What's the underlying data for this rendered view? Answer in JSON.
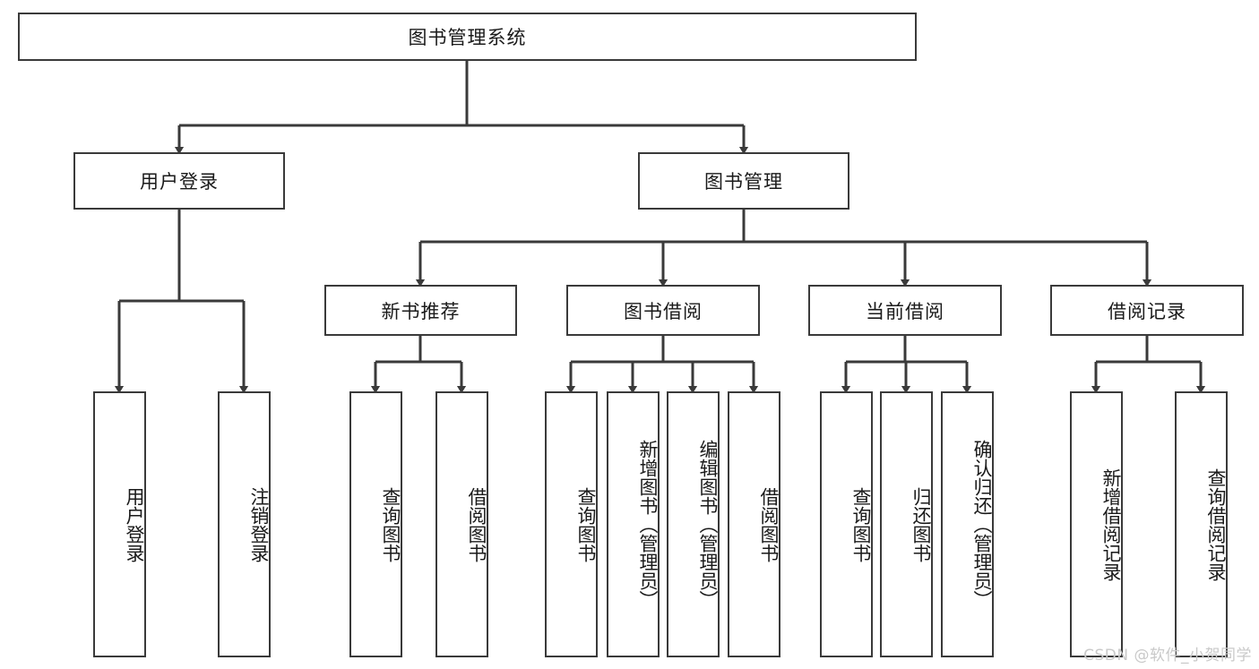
{
  "diagram": {
    "title": "图书管理系统",
    "watermark": "CSDN @软件_小贺同学",
    "root": {
      "label": "图书管理系统"
    },
    "level2": [
      {
        "label": "用户登录"
      },
      {
        "label": "图书管理"
      }
    ],
    "level3": [
      {
        "label": "新书推荐"
      },
      {
        "label": "图书借阅"
      },
      {
        "label": "当前借阅"
      },
      {
        "label": "借阅记录"
      }
    ],
    "leaves": {
      "user_login": [
        {
          "label": "用户登录"
        },
        {
          "label": "注销登录"
        }
      ],
      "new_book": [
        {
          "label": "查询图书"
        },
        {
          "label": "借阅图书"
        }
      ],
      "borrow": [
        {
          "label": "查询图书"
        },
        {
          "label": "新增图书（管理员）"
        },
        {
          "label": "编辑图书（管理员）"
        },
        {
          "label": "借阅图书"
        }
      ],
      "current": [
        {
          "label": "查询图书"
        },
        {
          "label": "归还图书"
        },
        {
          "label": "确认归还（管理员）"
        }
      ],
      "records": [
        {
          "label": "新增借阅记录"
        },
        {
          "label": "查询借阅记录"
        }
      ]
    },
    "colors": {
      "stroke": "#3a3a3a",
      "fill": "#ffffff",
      "text": "#1a1a1a",
      "watermark": "#c9c9c9"
    }
  }
}
